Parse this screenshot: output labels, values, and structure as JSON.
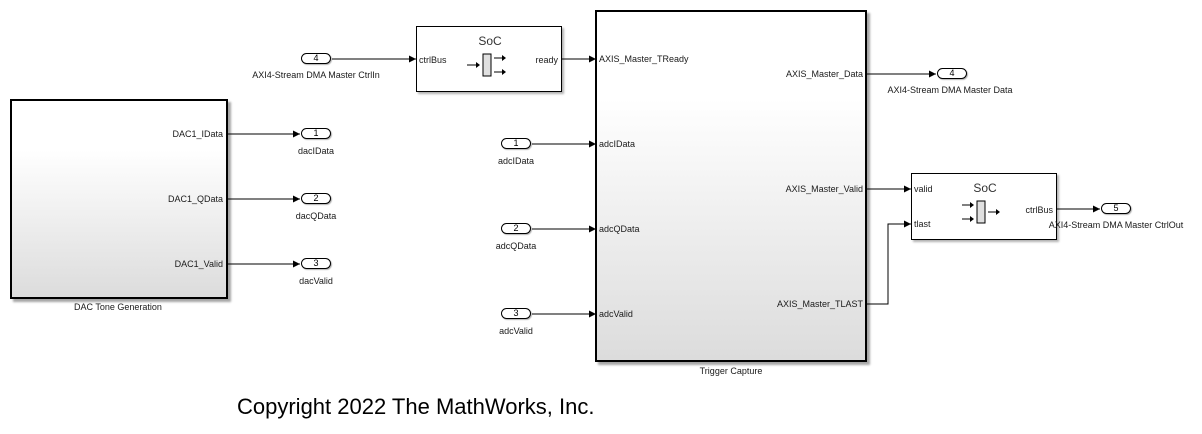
{
  "subsystems": {
    "dac": {
      "name": "DAC Tone Generation",
      "outputs": [
        "DAC1_IData",
        "DAC1_QData",
        "DAC1_Valid"
      ]
    },
    "trigger": {
      "name": "Trigger Capture",
      "inputs": [
        "AXIS_Master_TReady",
        "adcIData",
        "adcQData",
        "adcValid"
      ],
      "outputs": [
        "AXIS_Master_Data",
        "AXIS_Master_Valid",
        "AXIS_Master_TLAST"
      ]
    }
  },
  "soc_blocks": {
    "bus_selector": {
      "title": "SoC",
      "input": "ctrlBus",
      "output": "ready"
    },
    "bus_creator": {
      "title": "SoC",
      "inputs": [
        "valid",
        "tlast"
      ],
      "output": "ctrlBus"
    }
  },
  "inports": [
    {
      "number": "4",
      "label": "AXI4-Stream DMA Master CtrlIn"
    },
    {
      "number": "1",
      "label": "adcIData"
    },
    {
      "number": "2",
      "label": "adcQData"
    },
    {
      "number": "3",
      "label": "adcValid"
    }
  ],
  "outports": [
    {
      "number": "1",
      "label": "dacIData"
    },
    {
      "number": "2",
      "label": "dacQData"
    },
    {
      "number": "3",
      "label": "dacValid"
    },
    {
      "number": "4",
      "label": "AXI4-Stream DMA Master Data"
    },
    {
      "number": "5",
      "label": "AXI4-Stream DMA Master CtrlOut"
    }
  ],
  "copyright": "Copyright 2022 The MathWorks, Inc."
}
